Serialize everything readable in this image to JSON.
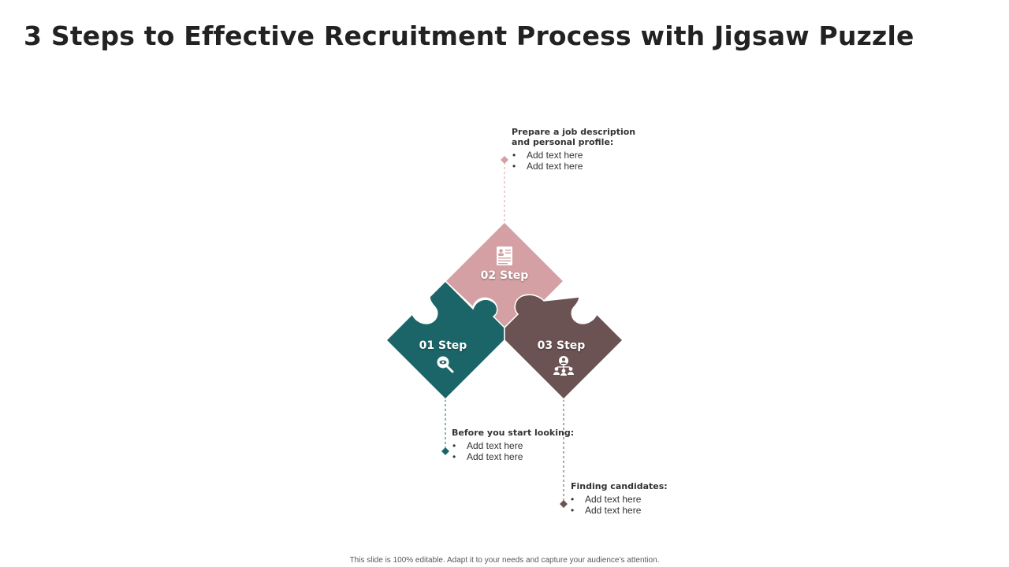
{
  "title": "3 Steps to Effective Recruitment Process with Jigsaw Puzzle",
  "colors": {
    "step1": "#1b6568",
    "step2": "#d4a0a3",
    "step3": "#6b5253",
    "text": "#333333"
  },
  "steps": [
    {
      "label": "01 Step",
      "icon": "search-eye-icon",
      "heading": "Before you start looking:",
      "bullets": [
        "Add text here",
        "Add text here"
      ]
    },
    {
      "label": "02 Step",
      "icon": "document-profile-icon",
      "heading_line1": "Prepare a job description",
      "heading_line2": "and personal profile:",
      "bullets": [
        "Add text here",
        "Add text here"
      ]
    },
    {
      "label": "03 Step",
      "icon": "team-hierarchy-icon",
      "heading": "Finding candidates:",
      "bullets": [
        "Add text here",
        "Add text here"
      ]
    }
  ],
  "footer": "This slide is 100% editable. Adapt it to your needs and capture your audience’s attention."
}
